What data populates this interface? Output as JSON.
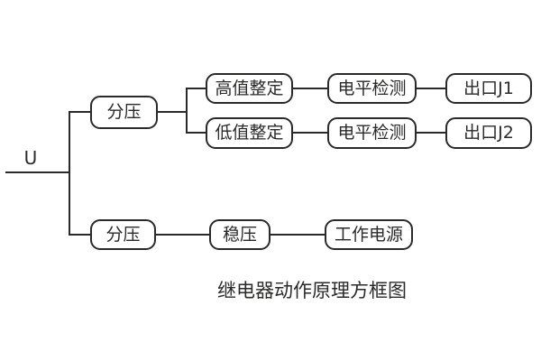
{
  "diagram": {
    "input_label": "U",
    "caption": "继电器动作原理方框图",
    "nodes": {
      "divider_top": "分压",
      "high_set": "高值整定",
      "low_set": "低值整定",
      "level_detect_1": "电平检测",
      "level_detect_2": "电平检测",
      "output_j1": "出口J1",
      "output_j2": "出口J2",
      "divider_bottom": "分压",
      "regulator": "稳压",
      "working_power": "工作电源"
    },
    "colors": {
      "line": "#2b2a29",
      "background": "#ffffff"
    }
  }
}
